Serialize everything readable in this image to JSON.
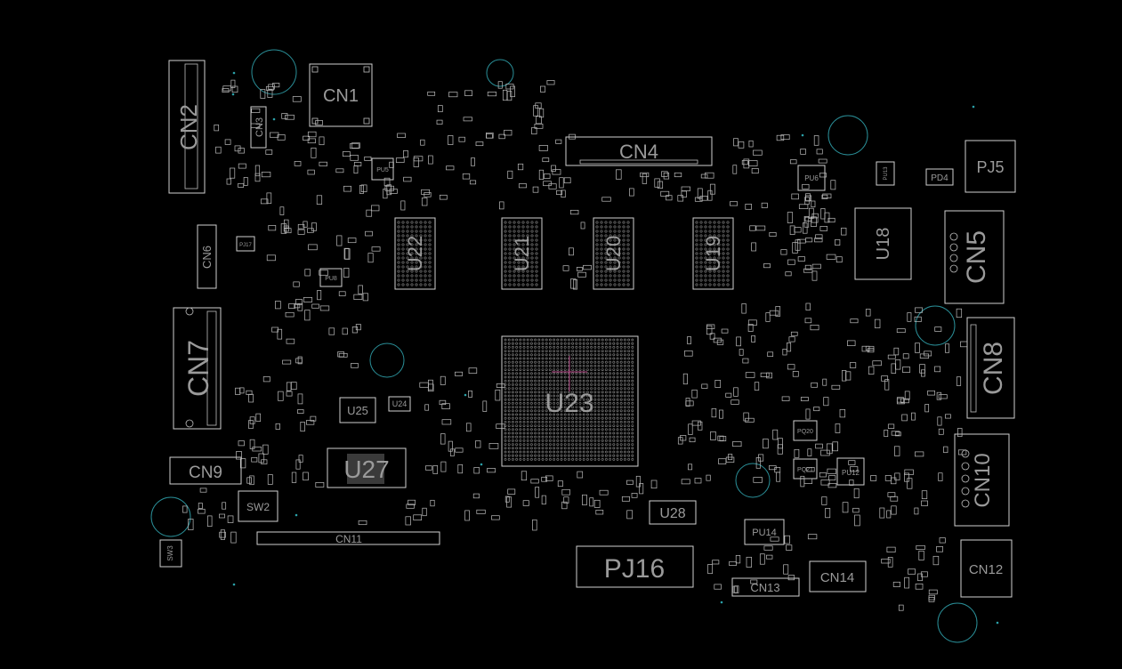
{
  "labels": {
    "cn1": "CN1",
    "cn2": "CN2",
    "cn3": "CN3",
    "cn4": "CN4",
    "cn5": "CN5",
    "cn6": "CN6",
    "cn7": "CN7",
    "cn8": "CN8",
    "cn9": "CN9",
    "cn10": "CN10",
    "cn11": "CN11",
    "cn12": "CN12",
    "cn13": "CN13",
    "cn14": "CN14",
    "pj5": "PJ5",
    "pj16": "PJ16",
    "pd4": "PD4",
    "u18": "U18",
    "u19": "U19",
    "u20": "U20",
    "u21": "U21",
    "u22": "U22",
    "u23": "U23",
    "u24": "U24",
    "u25": "U25",
    "u27": "U27",
    "u28": "U28",
    "sw2": "SW2",
    "sw3": "SW3",
    "pu6": "PU6",
    "pu8": "PU8",
    "pu12": "PU12",
    "pu14": "PU14",
    "pu5": "PU5",
    "pq20": "PQ20",
    "pq21": "PQ21",
    "pj17": "PJ17",
    "pu13": "PU13"
  },
  "colors": {
    "background": "#000000",
    "outline": "#cfcfcf",
    "label": "#9a9a9a",
    "mounting_hole": "#2a8f98"
  }
}
